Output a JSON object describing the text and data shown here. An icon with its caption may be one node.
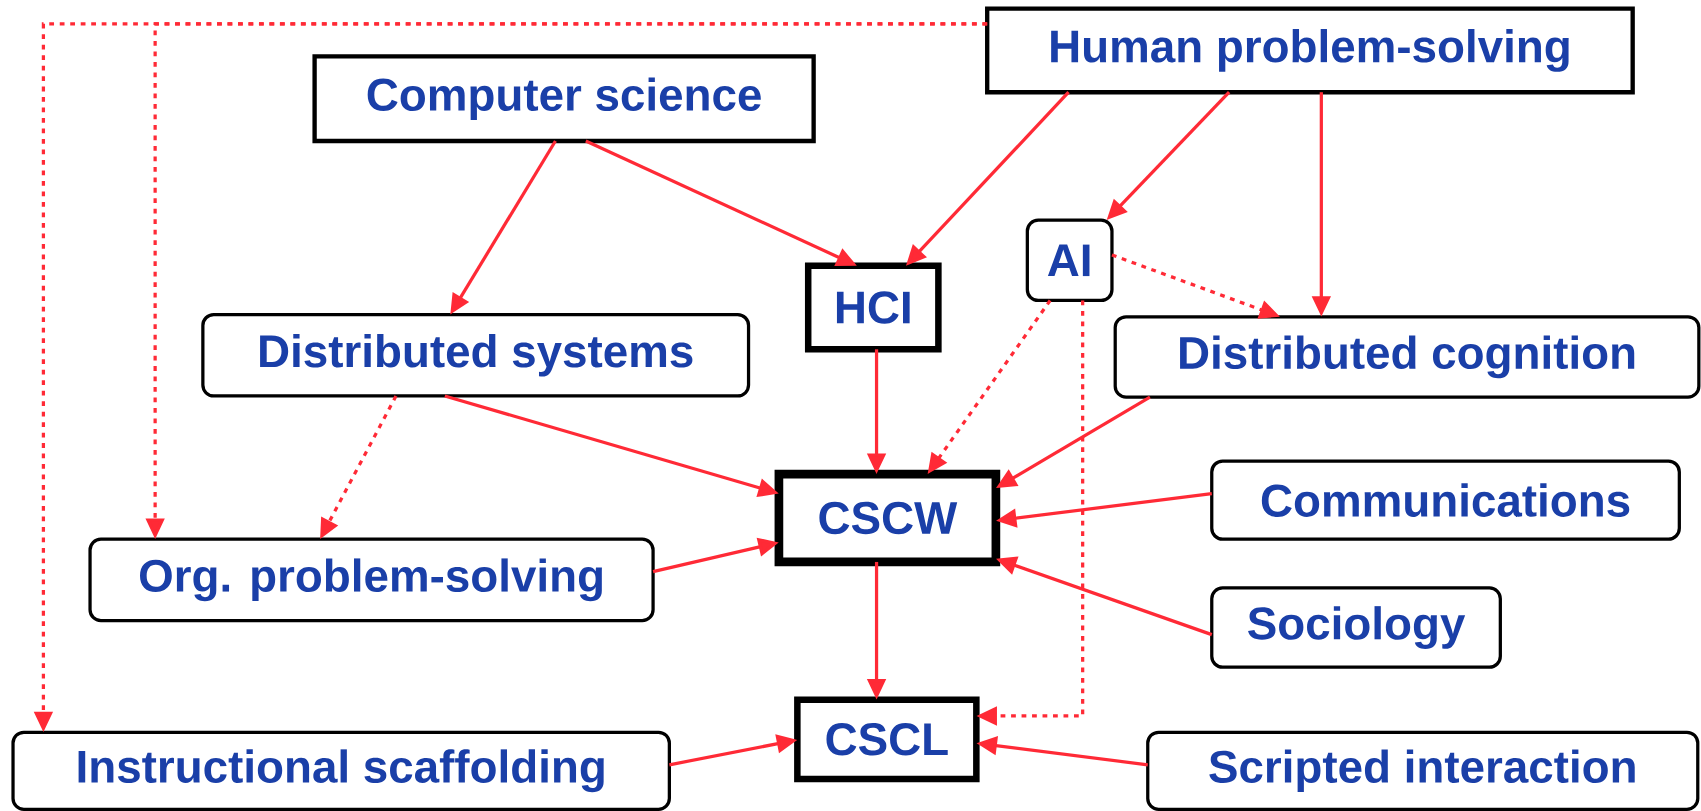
{
  "diagram": {
    "nodes": [
      {
        "text": [
          "Human problem-solving"
        ]
      },
      {
        "text": [
          "Computer science"
        ]
      },
      {
        "text": [
          "AI"
        ]
      },
      {
        "text": [
          "HCI"
        ]
      },
      {
        "text": [
          "Distributed systems"
        ]
      },
      {
        "text": [
          "Distributed cognition"
        ]
      },
      {
        "text": [
          "CSCW"
        ]
      },
      {
        "text": [
          "Communications"
        ]
      },
      {
        "text": [
          "Org. problem-solving"
        ]
      },
      {
        "text": [
          "Sociology"
        ]
      },
      {
        "text": [
          "CSCL"
        ]
      },
      {
        "text": [
          "Instructional scaffolding"
        ]
      },
      {
        "text": [
          "Scripted interaction"
        ]
      }
    ],
    "edges": [
      {
        "from": 0,
        "to": 3,
        "arrow": "to"
      },
      {
        "from": 0,
        "to": 2,
        "arrow": "to"
      },
      {
        "from": 0,
        "to": 5,
        "arrow": "to"
      },
      {
        "from": 0,
        "to": 8,
        "arrow": "to",
        "style": "dashed"
      },
      {
        "from": 0,
        "to": 11,
        "arrow": "to",
        "style": "dashed"
      },
      {
        "from": 1,
        "to": 4,
        "arrow": "to"
      },
      {
        "from": 1,
        "to": 3,
        "arrow": "to"
      },
      {
        "from": 2,
        "to": 5,
        "arrow": "to",
        "style": "dashed"
      },
      {
        "from": 2,
        "to": 6,
        "arrow": "to",
        "style": "dashed"
      },
      {
        "from": 2,
        "to": 10,
        "arrow": "to",
        "style": "dashed"
      },
      {
        "from": 3,
        "to": 6,
        "arrow": "to"
      },
      {
        "from": 4,
        "to": 6,
        "arrow": "to"
      },
      {
        "from": 4,
        "to": 8,
        "arrow": "to",
        "style": "dashed"
      },
      {
        "from": 5,
        "to": 6,
        "arrow": "to"
      },
      {
        "from": 7,
        "to": 6,
        "arrow": "to"
      },
      {
        "from": 8,
        "to": 6,
        "arrow": "to"
      },
      {
        "from": 9,
        "to": 6,
        "arrow": "to"
      },
      {
        "from": 6,
        "to": 10,
        "arrow": "to"
      },
      {
        "from": 11,
        "to": 10,
        "arrow": "to"
      },
      {
        "from": 12,
        "to": 10,
        "arrow": "to"
      }
    ]
  }
}
